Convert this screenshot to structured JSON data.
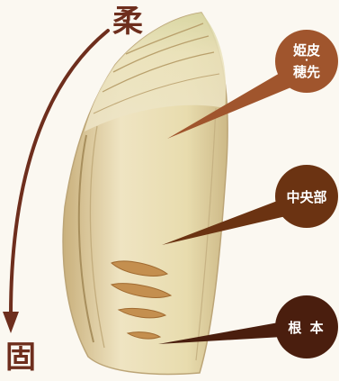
{
  "axis": {
    "top_label": "柔",
    "bottom_label": "固"
  },
  "labels": {
    "top_line1": "姫皮",
    "top_dot": "・",
    "top_line2": "穂先",
    "middle": "中央部",
    "bottom": "根 本"
  },
  "colors": {
    "background": "#fbf8f1",
    "axis": "#6e2e1d",
    "top_bubble": "#a0552d",
    "middle_bubble": "#6b3312",
    "bottom_bubble": "#4a1e0e",
    "shoot": "#e6d6a6"
  }
}
